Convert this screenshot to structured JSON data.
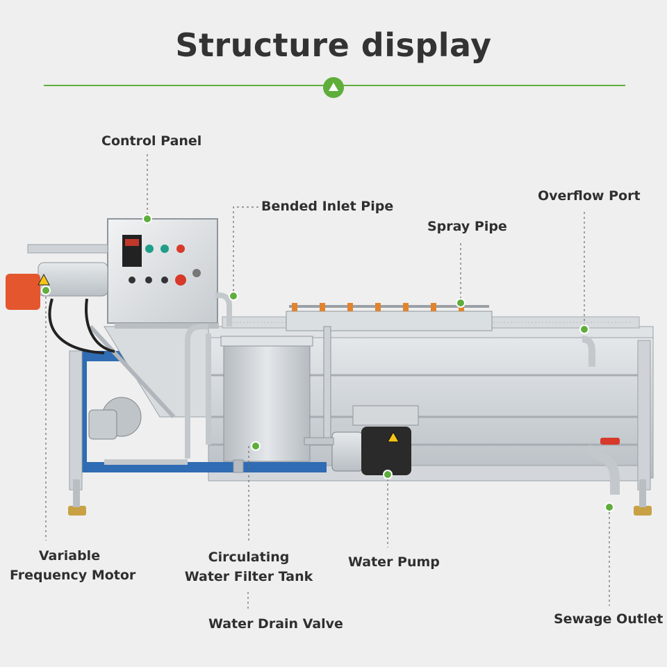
{
  "title": "Structure display",
  "colors": {
    "accent": "#5fae3c",
    "background": "#efefef",
    "steel": "#c9ced3",
    "frame_blue": "#2f6cb3",
    "valve_red": "#d8392b",
    "motor_orange": "#e4572e"
  },
  "icons": {
    "divider_badge": "up-triangle-icon"
  },
  "labels": {
    "control_panel": "Control Panel",
    "bended_inlet_pipe": "Bended Inlet Pipe",
    "overflow_port": "Overflow Port",
    "spray_pipe": "Spray Pipe",
    "motor_line1": "Variable",
    "motor_line2": "Frequency Motor",
    "tank_line1": "Circulating",
    "tank_line2": "Water Filter Tank",
    "water_pump": "Water Pump",
    "drain_valve": "Water Drain Valve",
    "sewage_outlet": "Sewage Outlet"
  }
}
